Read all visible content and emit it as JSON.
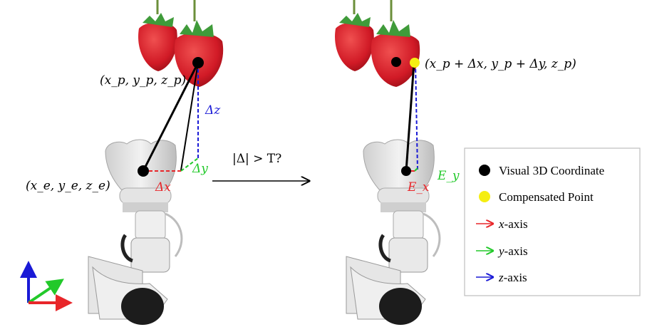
{
  "colors": {
    "x_axis": "#e8262a",
    "y_axis": "#22c92a",
    "z_axis": "#1a1ad6",
    "visual_point": "#000000",
    "compensated_point": "#f5ee12",
    "strawberry": "#d81e2a",
    "leaf": "#3f9b3a",
    "robot_body": "#e9e9e9",
    "robot_shadow": "#b9b9b9"
  },
  "left": {
    "target_label": "(x_p, y_p, z_p)",
    "effector_label": "(x_e, y_e, z_e)",
    "dx_label": "Δx",
    "dy_label": "Δy",
    "dz_label": "Δz"
  },
  "middle": {
    "condition_label": "|Δ| > T?"
  },
  "right": {
    "compensated_label": "(x_p + Δx, y_p + Δy, z_p)",
    "ex_label": "E_x",
    "ey_label": "E_y"
  },
  "legend": {
    "items": [
      {
        "marker": "dot-black",
        "label": "Visual 3D Coordinate"
      },
      {
        "marker": "dot-yellow",
        "label": "Compensated Point"
      },
      {
        "marker": "arrow-red",
        "label_italic": "x",
        "label_rest": "-axis"
      },
      {
        "marker": "arrow-green",
        "label_italic": "y",
        "label_rest": "-axis"
      },
      {
        "marker": "arrow-blue",
        "label_italic": "z",
        "label_rest": "-axis"
      }
    ]
  },
  "icons": {
    "strawberry": "strawberry-icon",
    "robot": "robot-gripper-icon",
    "axes": "axis-triad-icon"
  }
}
